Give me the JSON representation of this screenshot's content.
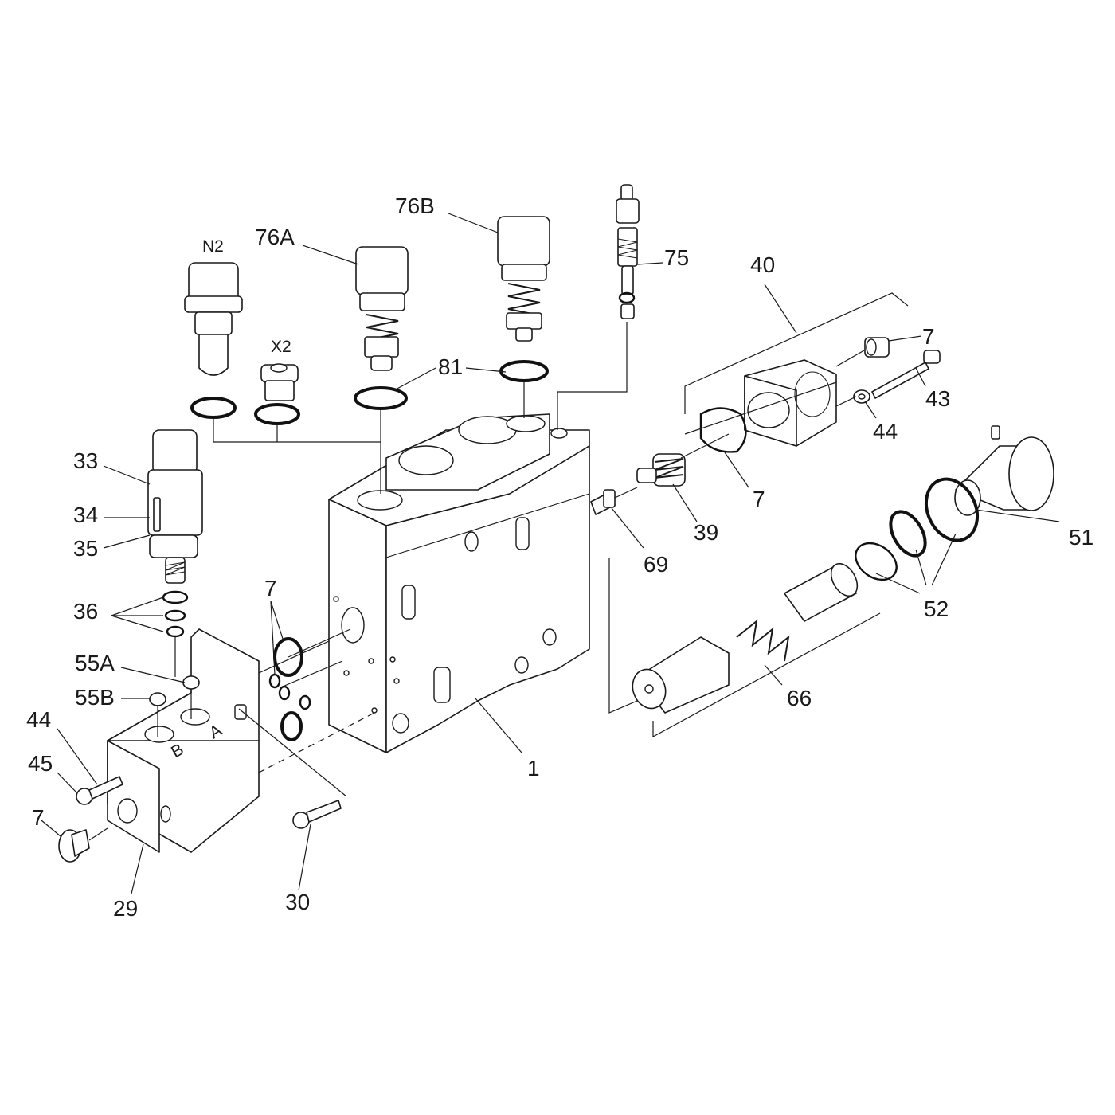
{
  "callouts": [
    {
      "id": "N2",
      "text": "N2"
    },
    {
      "id": "X2",
      "text": "X2"
    },
    {
      "id": "76A",
      "text": "76A"
    },
    {
      "id": "76B",
      "text": "76B"
    },
    {
      "id": "75",
      "text": "75"
    },
    {
      "id": "81",
      "text": "81"
    },
    {
      "id": "40",
      "text": "40"
    },
    {
      "id": "7a",
      "text": "7"
    },
    {
      "id": "43",
      "text": "43"
    },
    {
      "id": "44a",
      "text": "44"
    },
    {
      "id": "7b",
      "text": "7"
    },
    {
      "id": "39",
      "text": "39"
    },
    {
      "id": "69",
      "text": "69"
    },
    {
      "id": "51",
      "text": "51"
    },
    {
      "id": "52",
      "text": "52"
    },
    {
      "id": "66",
      "text": "66"
    },
    {
      "id": "1",
      "text": "1"
    },
    {
      "id": "33",
      "text": "33"
    },
    {
      "id": "34",
      "text": "34"
    },
    {
      "id": "35",
      "text": "35"
    },
    {
      "id": "36",
      "text": "36"
    },
    {
      "id": "7c",
      "text": "7"
    },
    {
      "id": "55A",
      "text": "55A"
    },
    {
      "id": "55B",
      "text": "55B"
    },
    {
      "id": "44b",
      "text": "44"
    },
    {
      "id": "45",
      "text": "45"
    },
    {
      "id": "7d",
      "text": "7"
    },
    {
      "id": "29",
      "text": "29"
    },
    {
      "id": "30",
      "text": "30"
    }
  ],
  "engraved": {
    "port_a": "A",
    "port_b": "B"
  }
}
